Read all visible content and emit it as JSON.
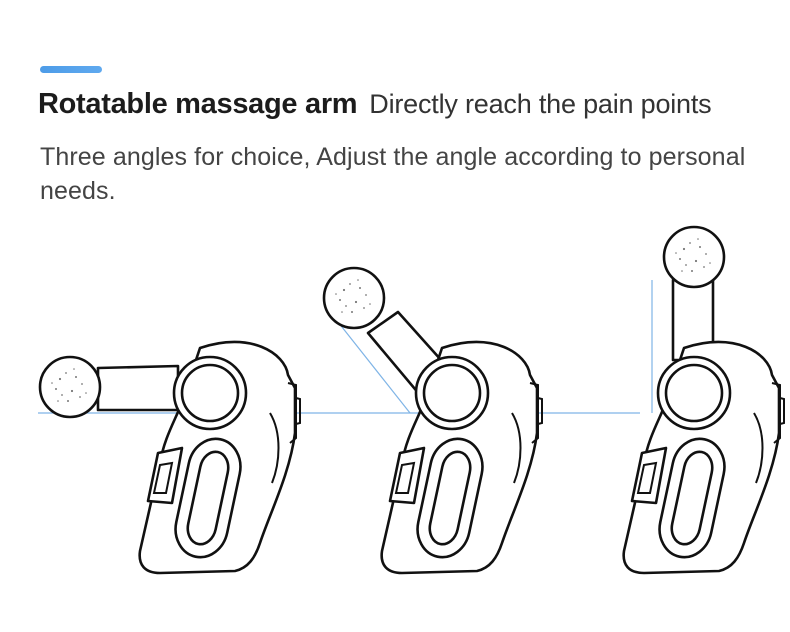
{
  "header": {
    "title_bold": "Rotatable massage arm",
    "title_light": "Directly reach the pain points"
  },
  "description": "Three angles for choice, Adjust the angle according to personal needs.",
  "colors": {
    "accent": "#4d9ce8",
    "guide_line": "#7fb4e6",
    "text": "#1c1c1c"
  },
  "devices": [
    {
      "name": "massage-gun-arm-horizontal",
      "arm_angle_deg": 180
    },
    {
      "name": "massage-gun-arm-diagonal",
      "arm_angle_deg": 135
    },
    {
      "name": "massage-gun-arm-vertical",
      "arm_angle_deg": 90
    }
  ]
}
